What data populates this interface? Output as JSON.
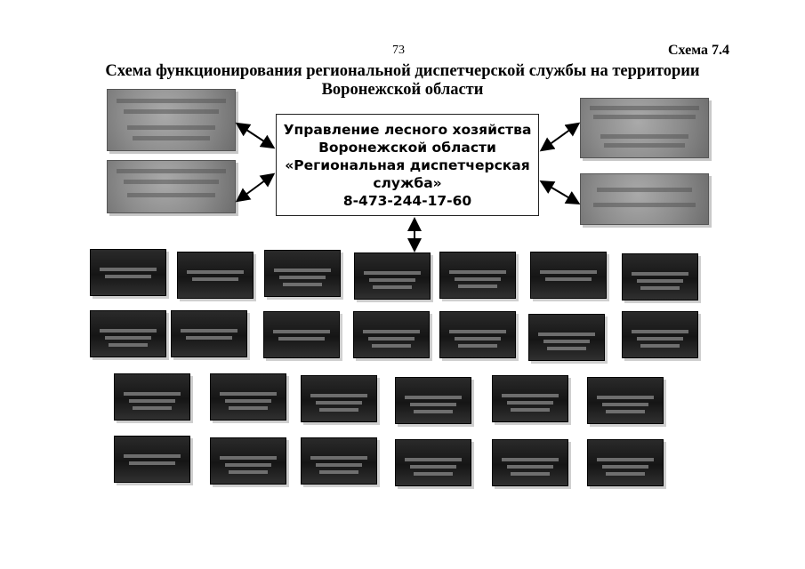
{
  "header": {
    "page_number": "73",
    "scheme_number": "Схема 7.4"
  },
  "title": {
    "line1": "Схема функционирования региональной диспетчерской службы на территории",
    "line2": "Воронежской области"
  },
  "central_unit": {
    "line1": "Управление лесного хозяйства",
    "line2": "Воронежской области",
    "line3": "«Региональная диспетчерская",
    "line4": "служба»",
    "phone": "8-473-244-17-60"
  },
  "colors": {
    "side_box": "#8c8c8c",
    "unit_box": "#1e1e1e",
    "arrow": "#000000"
  },
  "icons": {
    "link": "double-headed-arrow"
  }
}
